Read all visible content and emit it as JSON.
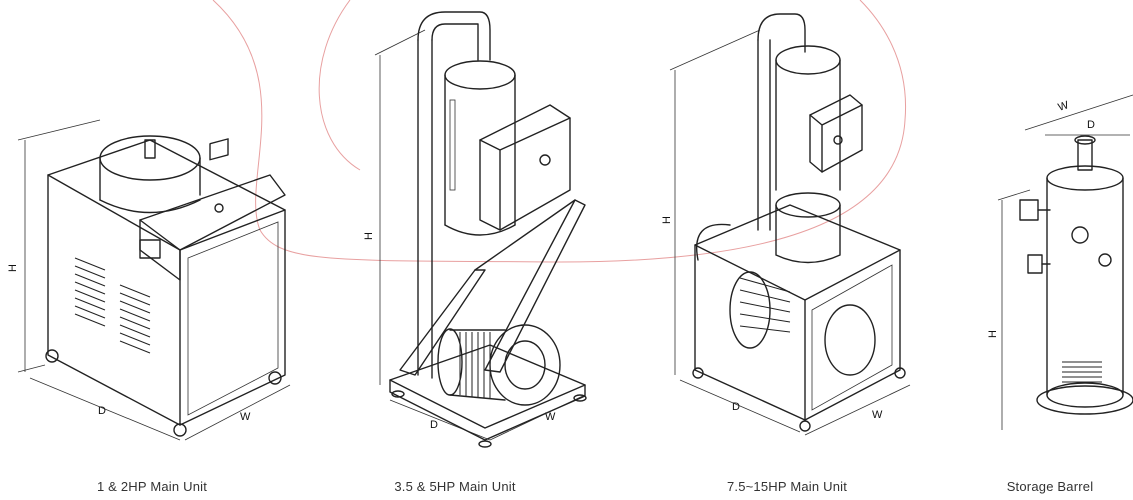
{
  "units": [
    {
      "caption": "1 & 2HP Main Unit",
      "dims": {
        "h": "H",
        "d": "D",
        "w": "W"
      }
    },
    {
      "caption": "3.5 & 5HP Main Unit",
      "dims": {
        "h": "H",
        "d": "D",
        "w": "W"
      }
    },
    {
      "caption": "7.5~15HP Main Unit",
      "dims": {
        "h": "H",
        "d": "D",
        "w": "W"
      }
    },
    {
      "caption": "Storage Barrel",
      "dims": {
        "h": "H",
        "d": "D",
        "w": "W"
      }
    }
  ],
  "colors": {
    "line": "#222222",
    "background_curve": "#e8a0a0",
    "caption": "#333333"
  }
}
